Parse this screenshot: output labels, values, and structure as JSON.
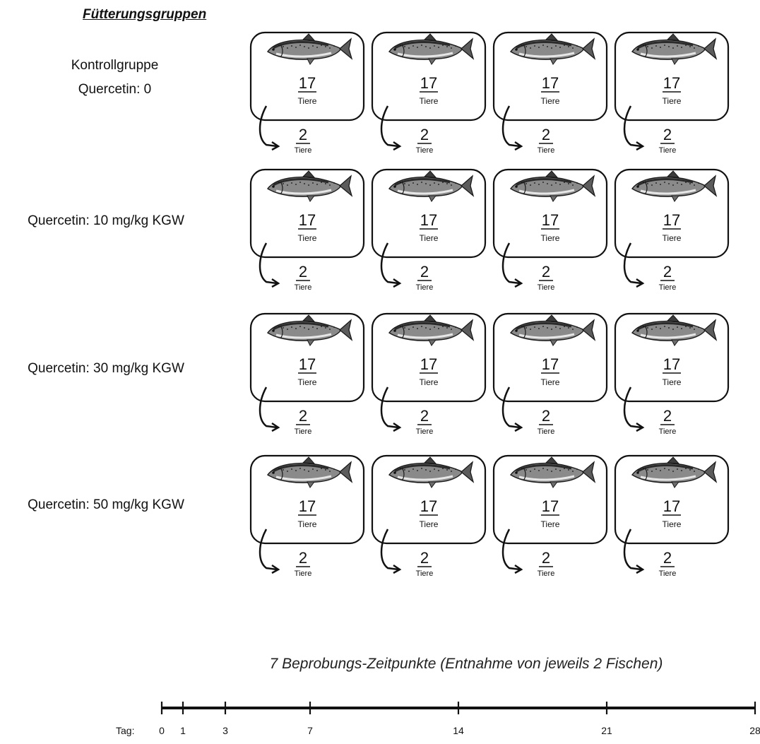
{
  "title": "Fütterungsgruppen",
  "groups": [
    {
      "label_lines": [
        "Kontrollgruppe",
        "Quercetin: 0"
      ]
    },
    {
      "label_lines": [
        "Quercetin: 10 mg/kg KGW"
      ]
    },
    {
      "label_lines": [
        "Quercetin: 30 mg/kg KGW"
      ]
    },
    {
      "label_lines": [
        "Quercetin: 50 mg/kg KGW"
      ]
    }
  ],
  "tank": {
    "count": "17",
    "count_unit": "Tiere",
    "sample_count": "2",
    "sample_unit": "Tiere",
    "icon": "fish-icon"
  },
  "tanks_per_group": 4,
  "timeline": {
    "caption": "7 Beprobungs-Zeitpunkte (Entnahme von jeweils 2 Fischen)",
    "axis_label": "Tag:",
    "days": [
      0,
      1,
      3,
      7,
      14,
      21,
      28
    ]
  }
}
